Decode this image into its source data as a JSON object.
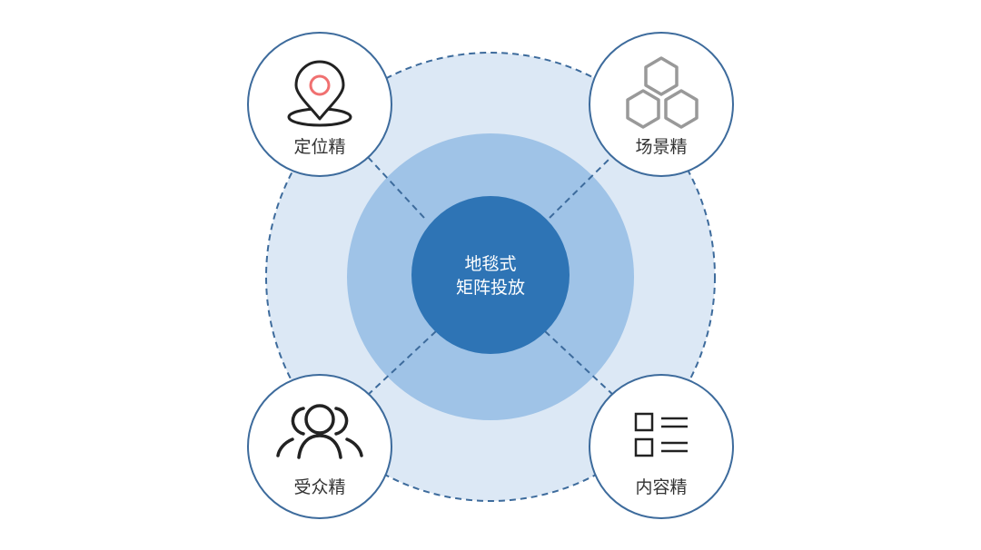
{
  "colors": {
    "outer_ring_fill": "#dce8f5",
    "outer_ring_stroke": "#3d6b9c",
    "middle_ring_fill": "#9fc3e7",
    "center_fill": "#2e74b5",
    "satellite_stroke": "#3d6b9c",
    "satellite_fill": "#ffffff",
    "connector_stroke": "#3d6b9c",
    "pin_accent": "#f07070",
    "icon_gray": "#999999",
    "icon_dark": "#222222"
  },
  "center": {
    "line1": "地毯式",
    "line2": "矩阵投放"
  },
  "nodes": [
    {
      "id": "location",
      "label": "定位精",
      "icon": "map-pin-icon"
    },
    {
      "id": "scene",
      "label": "场景精",
      "icon": "hexagons-icon"
    },
    {
      "id": "audience",
      "label": "受众精",
      "icon": "people-icon"
    },
    {
      "id": "content",
      "label": "内容精",
      "icon": "list-icon"
    }
  ]
}
